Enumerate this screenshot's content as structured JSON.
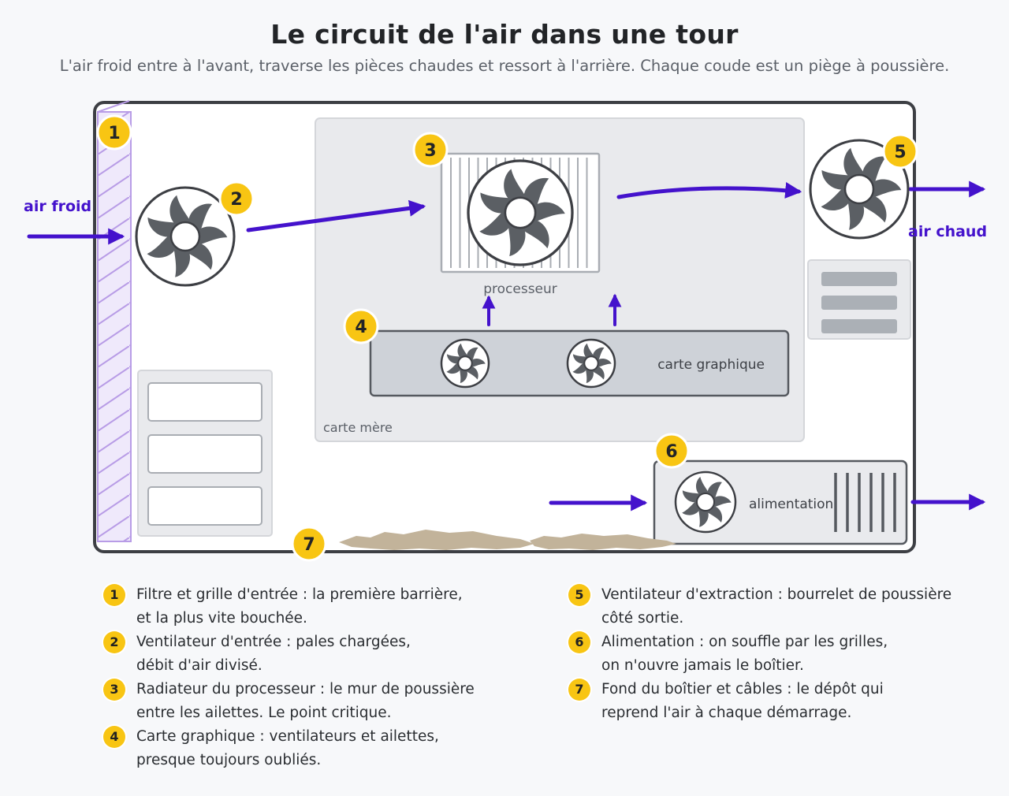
{
  "header": {
    "title": "Le circuit de l'air dans une tour",
    "subtitle": "L'air froid entre à l'avant, traverse les pièces chaudes et ressort à l'arrière. Chaque coude est un piège à poussière."
  },
  "diagram": {
    "labels": {
      "air_in": "air froid",
      "air_out": "air chaud",
      "cpu": "processeur",
      "gpu": "carte graphique",
      "motherboard": "carte mère",
      "psu": "alimentation"
    },
    "markers": [
      "1",
      "2",
      "3",
      "4",
      "5",
      "6",
      "7"
    ]
  },
  "legend": {
    "left": [
      {
        "num": "1",
        "line1": "Filtre et grille d'entrée : la première barrière,",
        "line2": "et la plus vite bouchée."
      },
      {
        "num": "2",
        "line1": "Ventilateur d'entrée : pales chargées,",
        "line2": "débit d'air divisé."
      },
      {
        "num": "3",
        "line1": "Radiateur du processeur : le mur de poussière",
        "line2": "entre les ailettes. Le point critique."
      },
      {
        "num": "4",
        "line1": "Carte graphique : ventilateurs et ailettes,",
        "line2": "presque toujours oubliés."
      }
    ],
    "right": [
      {
        "num": "5",
        "line1": "Ventilateur d'extraction : bourrelet de poussière",
        "line2": "côté sortie."
      },
      {
        "num": "6",
        "line1": "Alimentation : on souffle par les grilles,",
        "line2": "on n'ouvre jamais le boîtier."
      },
      {
        "num": "7",
        "line1": "Fond du boîtier et câbles : le dépôt qui",
        "line2": "reprend l'air à chaque démarrage."
      }
    ]
  },
  "colors": {
    "airflow": "#4412cc",
    "marker": "#f8c513",
    "case_outline": "#3d3f44",
    "fan_blade": "#5b5f64",
    "filter": "#b89ce6",
    "dust": "#c2b39a"
  },
  "icons": [
    "fan-icon",
    "arrow-icon",
    "heatsink-icon",
    "drive-bay-icon",
    "dust-icon"
  ]
}
